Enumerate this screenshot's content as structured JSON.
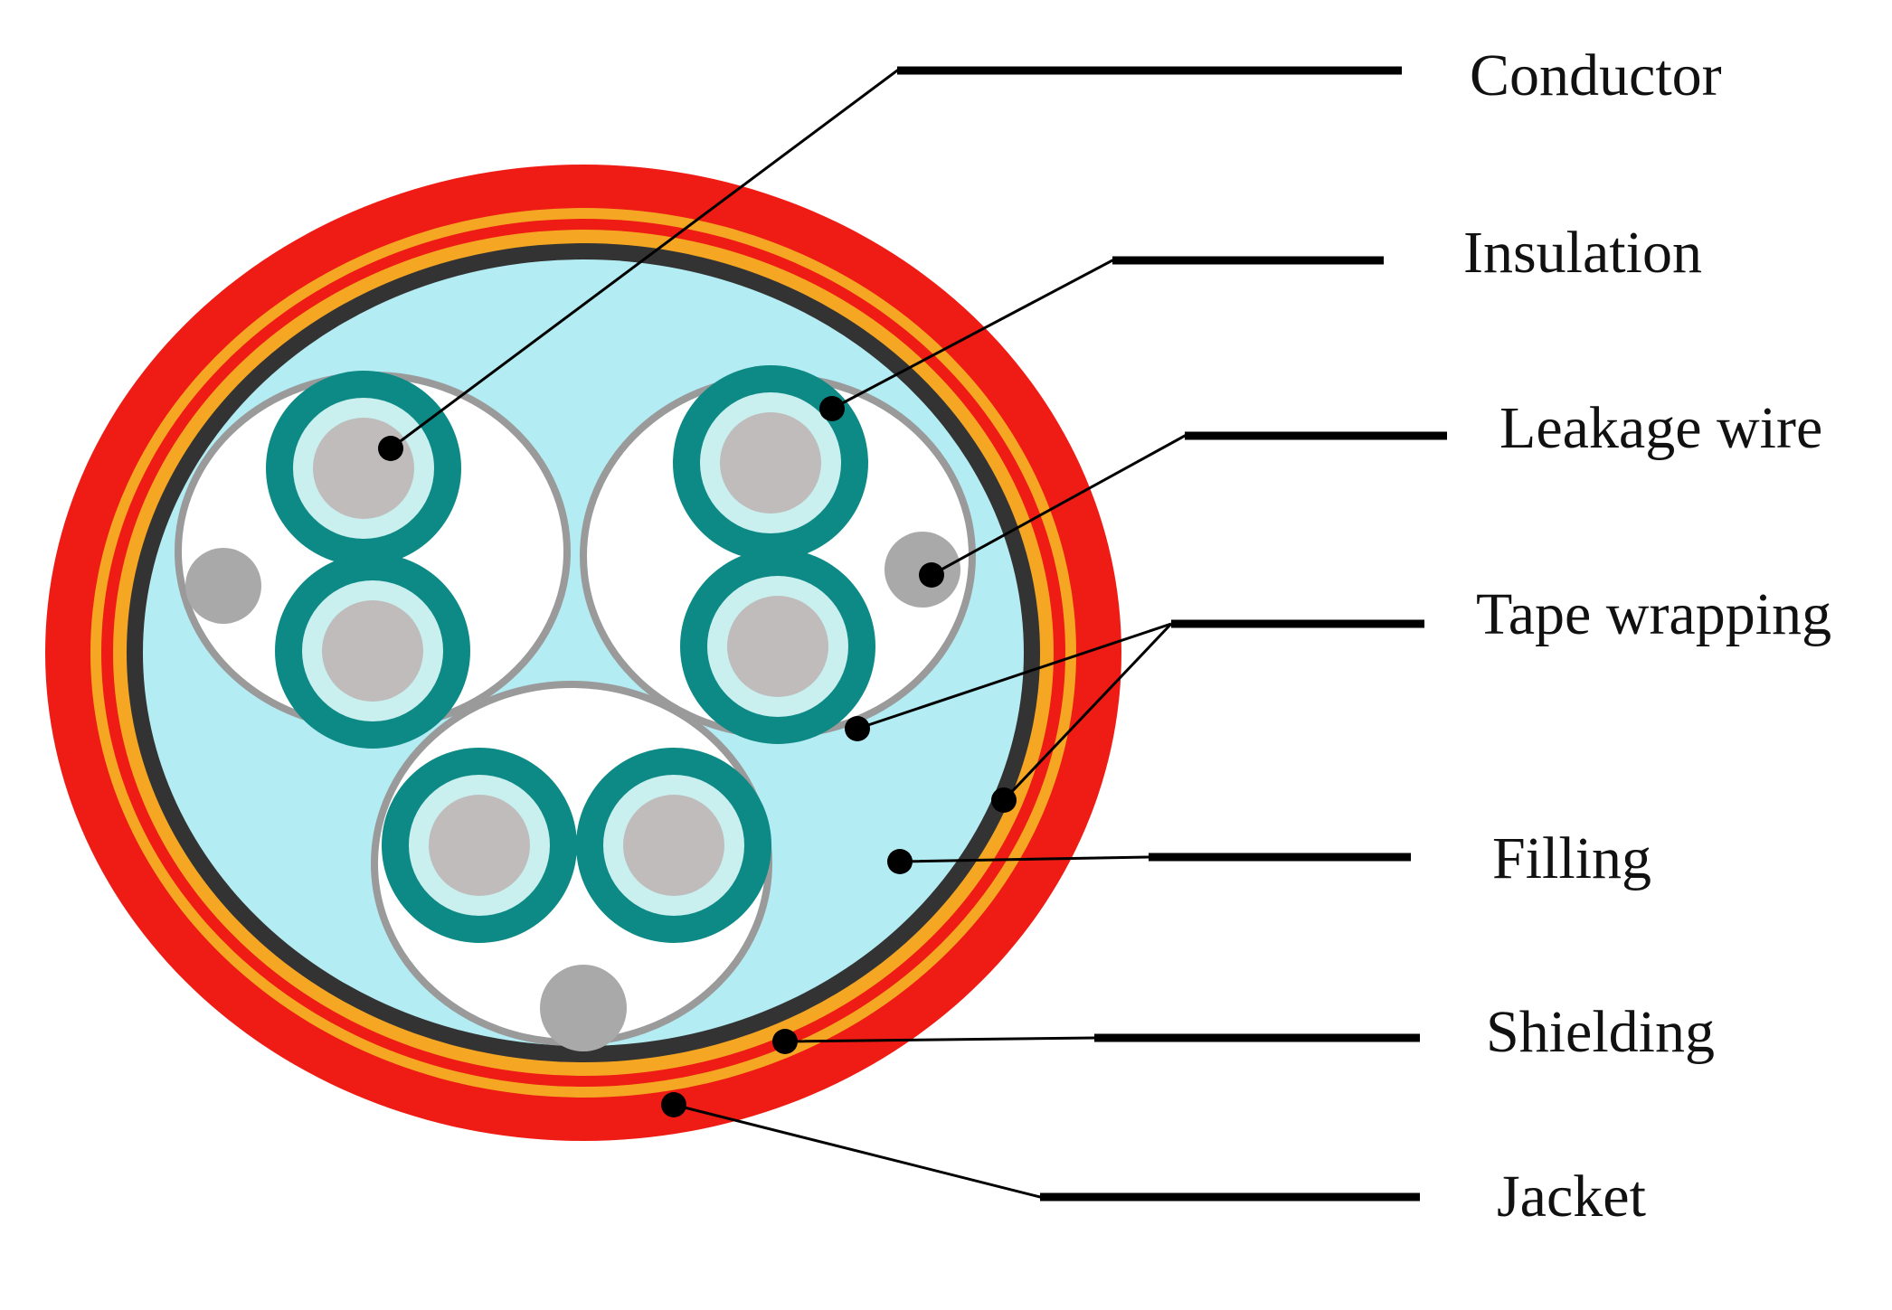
{
  "labels": {
    "conductor": "Conductor",
    "insulation": "Insulation",
    "leakage_wire": "Leakage wire",
    "tape_wrapping": "Tape wrapping",
    "filling": "Filling",
    "shielding": "Shielding",
    "jacket": "Jacket"
  },
  "colors": {
    "jacket": "#ee1c14",
    "shielding_band": "#f5a623",
    "shield_ring": "#333333",
    "filling": "#b4ecf3",
    "tape_wrapping": "#9a9a9a",
    "insulation": "#0e8a86",
    "conductor": "#c0bcbc",
    "leakage_wire": "#a9a9a9",
    "leader_line": "#000000"
  }
}
